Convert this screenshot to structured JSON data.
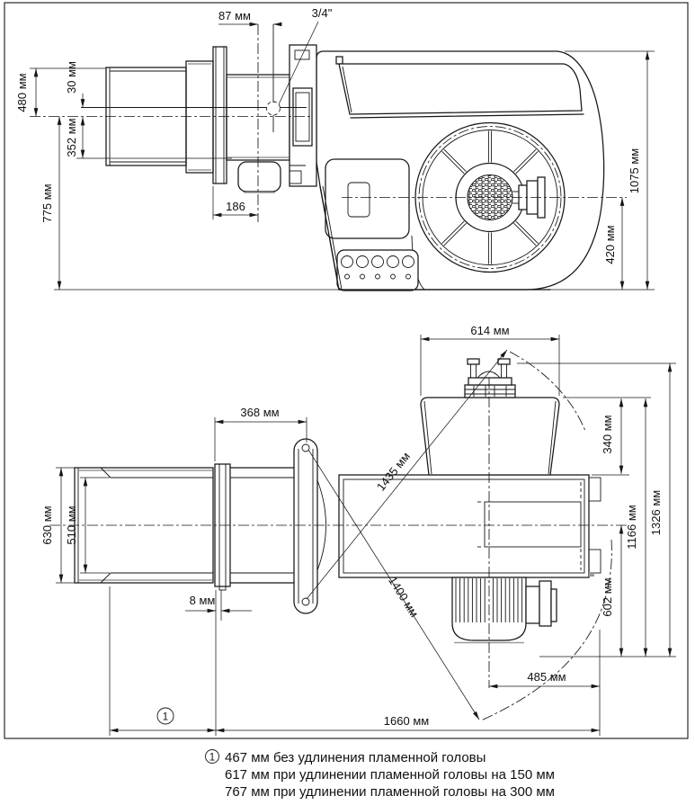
{
  "drawing": {
    "kind": "burner-two-view-dimension-drawing",
    "units": "мм",
    "line_color": "#161616",
    "accent_gray": "#9a9a9a"
  },
  "dims": {
    "d87": "87 мм",
    "d34": "3/4\"",
    "d480": "480 мм",
    "d30": "30 мм",
    "d352": "352 мм",
    "d775": "775 мм",
    "d186": "186",
    "d1075": "1075 мм",
    "d420": "420 мм",
    "d614": "614 мм",
    "d368": "368 мм",
    "d340": "340 мм",
    "d630": "630 мм",
    "d510": "510 мм",
    "d8": "8 мм",
    "d1435": "1435 мм",
    "d1400": "1400 мм",
    "d602": "602 мм",
    "d1166": "1166 мм",
    "d1326": "1326 мм",
    "d485": "485 мм",
    "d1660": "1660 мм",
    "ref1": "1"
  },
  "footnotes": {
    "marker": "1",
    "lines": [
      "467 мм без удлинения пламенной головы",
      "617 мм при удлинении пламенной головы на 150 мм",
      "767 мм при удлинении пламенной головы на 300 мм"
    ]
  }
}
